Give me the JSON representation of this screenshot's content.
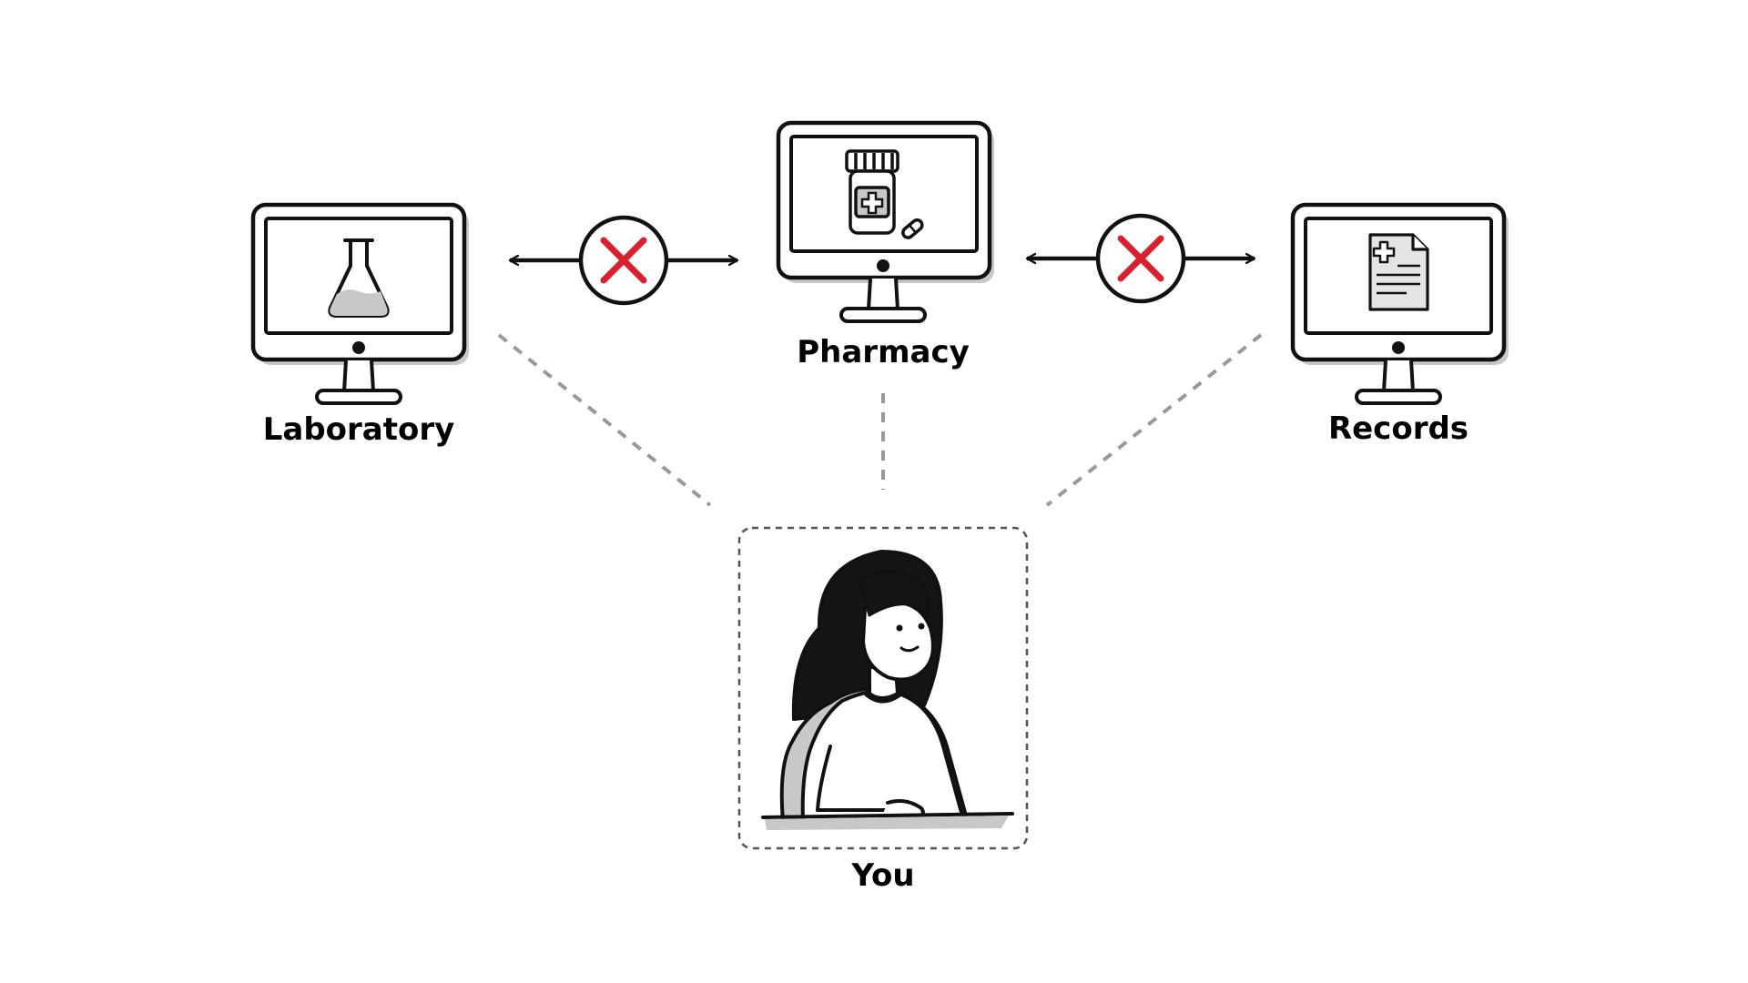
{
  "nodes": {
    "laboratory": {
      "label": "Laboratory",
      "icon": "flask-icon"
    },
    "pharmacy": {
      "label": "Pharmacy",
      "icon": "pill-bottle-icon"
    },
    "records": {
      "label": "Records",
      "icon": "medical-document-icon"
    },
    "user": {
      "label": "You",
      "icon": "woman-at-desk-icon"
    }
  },
  "links": [
    {
      "from": "laboratory",
      "to": "pharmacy",
      "status": "blocked",
      "marker": "red-x-icon"
    },
    {
      "from": "pharmacy",
      "to": "records",
      "status": "blocked",
      "marker": "red-x-icon"
    }
  ],
  "colors": {
    "blocked": "#d9202f",
    "connector": "#999999",
    "outline": "#111111",
    "shade": "#c8c8c8"
  }
}
